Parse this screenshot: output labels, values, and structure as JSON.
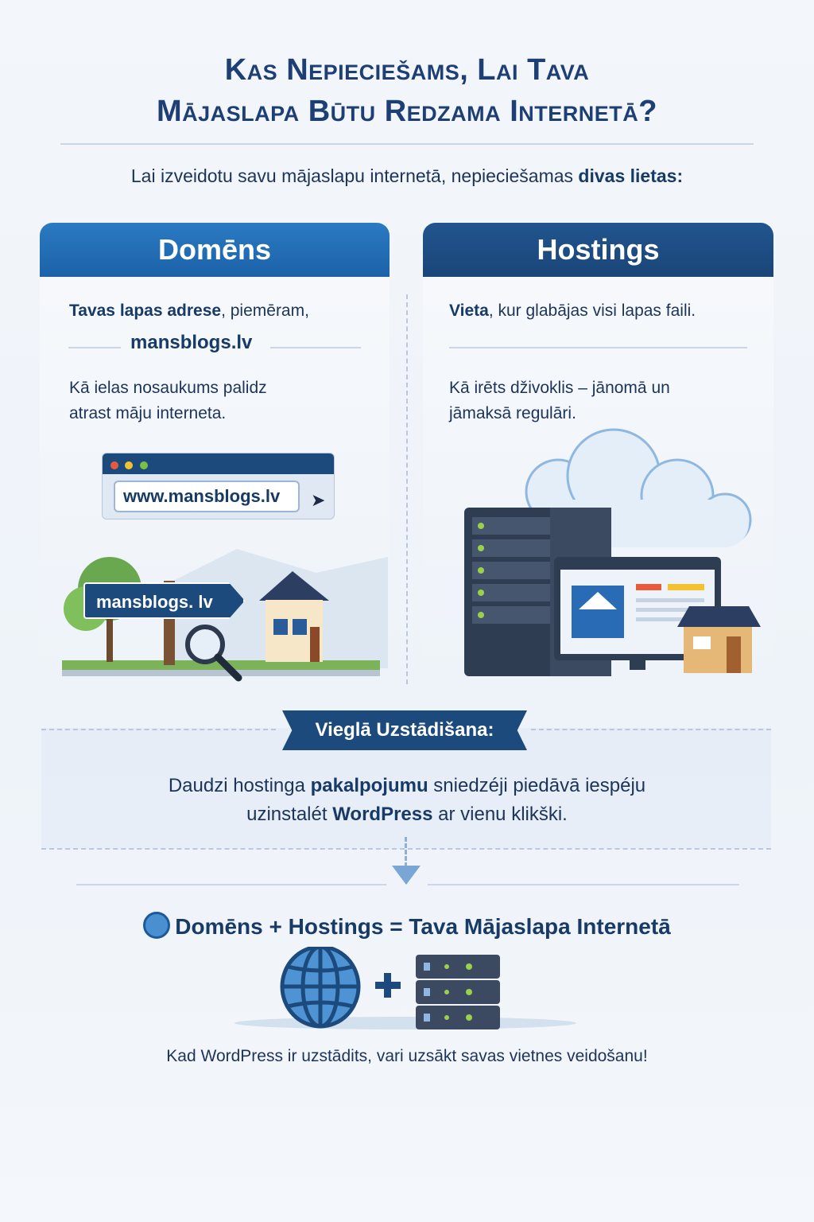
{
  "title": {
    "line1": "Kas Nepieciešams, Lai Tava",
    "line2": "Mājaslapa Būtu Redzama Internetā?"
  },
  "intro": {
    "text": "Lai izveidotu savu mājaslapu internetā, nepieciešamas ",
    "bold": "divas lietas:"
  },
  "domain_card": {
    "heading": "Domēns",
    "lead_bold": "Tavas lapas adrese",
    "lead_rest": ", piemēram,",
    "example": "mansblogs.lv",
    "analogy_line1": "Kā ielas nosaukums palidz",
    "analogy_line2": "atrast māju interneta.",
    "browser_url": "www.mansblogs.lv",
    "sign_text": "mansblogs. lv"
  },
  "hosting_card": {
    "heading": "Hostings",
    "lead_bold": "Vieta",
    "lead_rest": ", kur glabājas visi lapas faili.",
    "analogy_line1": "Kā irēts dživoklis – jānomā un",
    "analogy_line2": "jāmaksā regulāri."
  },
  "setup": {
    "banner": "Vieglā Uzstādišana:",
    "t1": "Daudzi hostinga ",
    "b1": "pakalpojumu",
    "t2": " sniedzéji piedāvā iespéju",
    "t3": "uzinstalét ",
    "b2": "WordPress",
    "t4": " ar vienu klikški."
  },
  "formula": {
    "text": "Domēns + Hostings = Tava Mājaslapa Internetā"
  },
  "footer": {
    "text": "Kad WordPress ir uzstādits, vari uzsākt savas vietnes veidošanu!"
  },
  "colors": {
    "primary": "#1d4a7c",
    "domain_header": "#1f6db3",
    "hosting_header": "#1d4a7c"
  }
}
